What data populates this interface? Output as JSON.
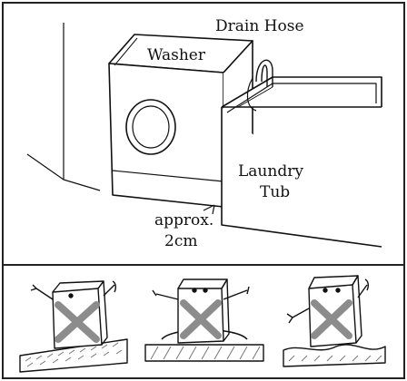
{
  "labels": {
    "drain_hose": "Drain Hose",
    "washer": "Washer",
    "laundry_tub_line1": "Laundry",
    "laundry_tub_line2": "Tub",
    "gap_line1": "approx.",
    "gap_line2": "2cm"
  },
  "colors": {
    "ink": "#111111",
    "cross": "#8c8c8c",
    "floor_hatch": "#777777"
  },
  "warnings": [
    {
      "name": "uneven-rocky-floor",
      "icon": "washer-wobbling-figure"
    },
    {
      "name": "raised-platform",
      "icon": "washer-wobbling-figure"
    },
    {
      "name": "soft-uneven-mat",
      "icon": "washer-wobbling-figure"
    }
  ]
}
